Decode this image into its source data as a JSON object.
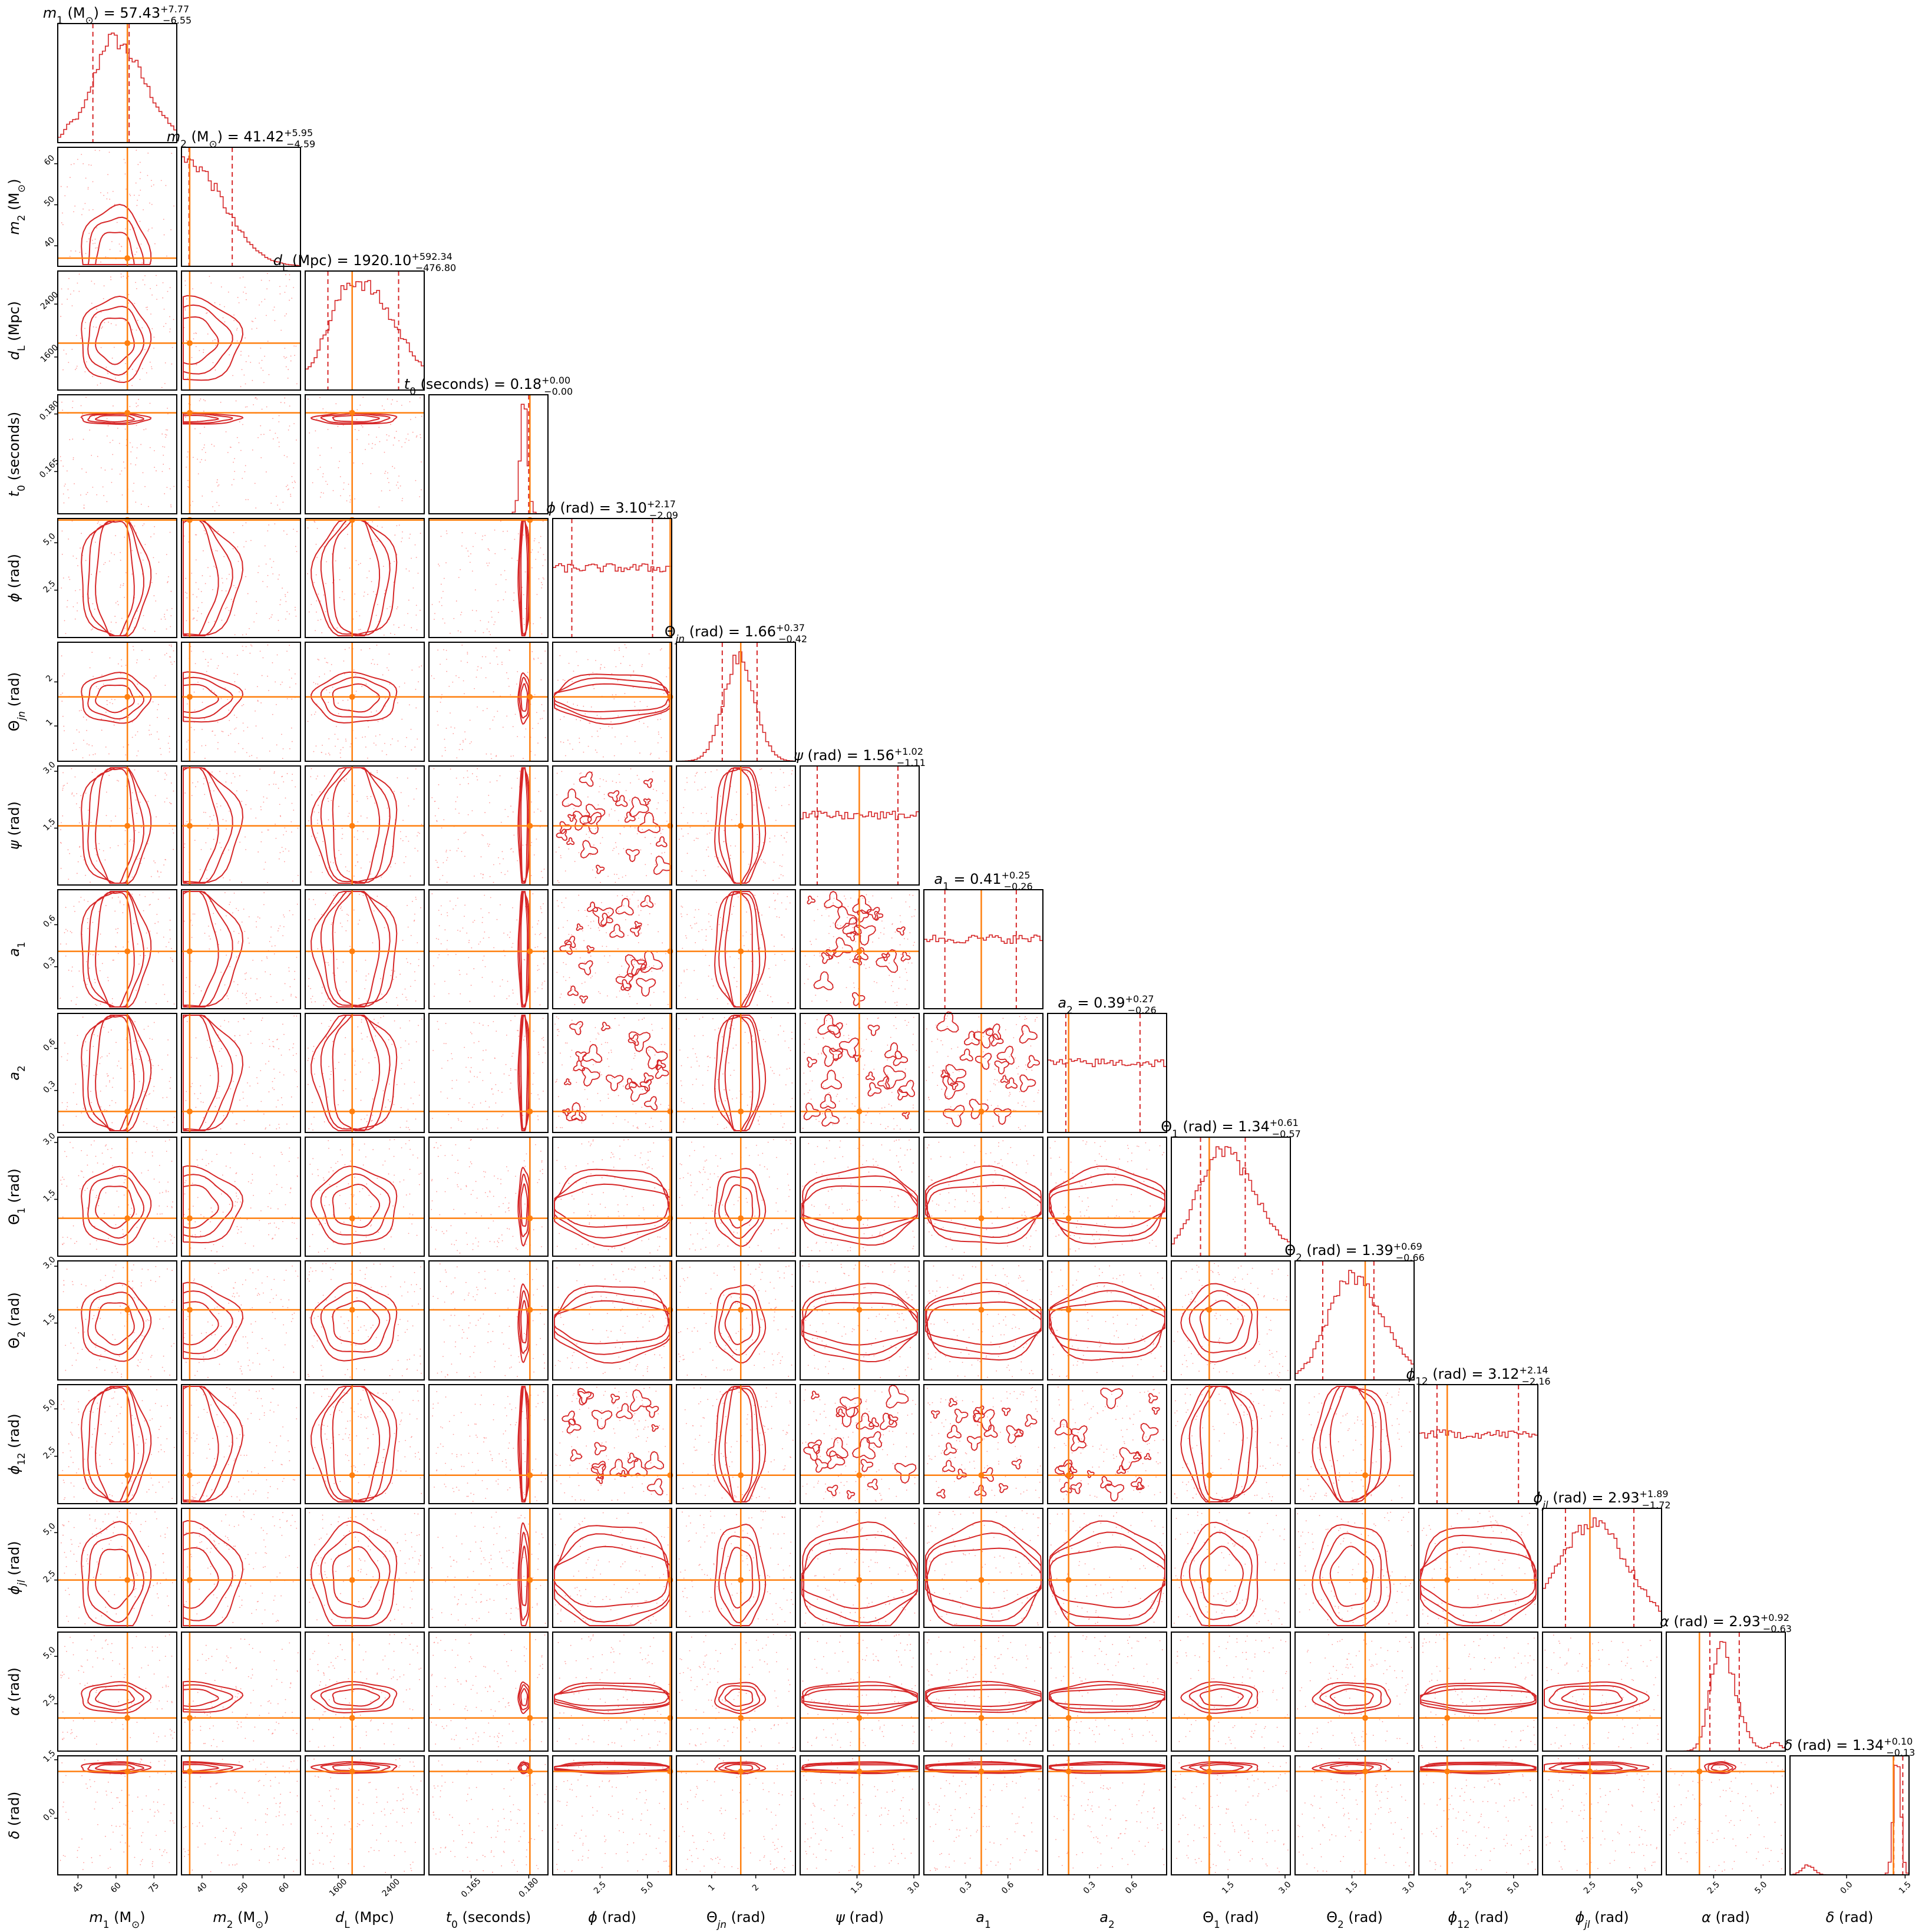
{
  "figure": {
    "truth_color": "#ff7f0e",
    "posterior_color": "#d62728",
    "scatter_color": "#ff9896"
  },
  "chart_data": {
    "type": "corner",
    "parameters": [
      {
        "key": "m1",
        "label_html": "<tspan font-style=\"italic\">m</tspan><tspan baseline-shift=\"sub\" font-size=\"70%\">1</tspan> (M<tspan baseline-shift=\"sub\" font-size=\"70%\">⊙</tspan>)",
        "range": [
          37,
          84
        ],
        "ticks": [
          45,
          60,
          75
        ],
        "truth": 64.5,
        "median": 57.43,
        "plus": 7.77,
        "minus": 6.55,
        "title_num": "57.43",
        "title_plus": "+7.77",
        "title_minus": "−6.55",
        "mode": 0.48,
        "width": 0.18,
        "skew": 1.4,
        "bumps": [
          [
            0.1,
            0.4
          ],
          [
            0.4,
            1
          ]
        ]
      },
      {
        "key": "m2",
        "label_html": "<tspan font-style=\"italic\">m</tspan><tspan baseline-shift=\"sub\" font-size=\"70%\">2</tspan> (M<tspan baseline-shift=\"sub\" font-size=\"70%\">⊙</tspan>)",
        "range": [
          35,
          64
        ],
        "ticks": [
          40,
          50,
          60
        ],
        "truth": 37,
        "median": 41.42,
        "plus": 5.95,
        "minus": 4.59,
        "title_num": "41.42",
        "title_plus": "+5.95",
        "title_minus": "−4.59",
        "mode": 0.05,
        "width": 0.3,
        "skew": 1,
        "bumps": []
      },
      {
        "key": "dl",
        "label_html": "<tspan font-style=\"italic\">d</tspan><tspan baseline-shift=\"sub\" font-size=\"70%\">L</tspan> (Mpc)",
        "range": [
          1100,
          2900
        ],
        "ticks": [
          1600,
          2400
        ],
        "truth": 1810,
        "median": 1920.1,
        "plus": 592.34,
        "minus": 476.8,
        "title_num": "1920.10",
        "title_plus": "+592.34",
        "title_minus": "−476.80",
        "mode": 0.42,
        "width": 0.22,
        "skew": 1.5,
        "bumps": []
      },
      {
        "key": "t0",
        "label_html": "<tspan font-style=\"italic\">t</tspan><tspan baseline-shift=\"sub\" font-size=\"70%\">0</tspan> (seconds)",
        "range": [
          0.154,
          0.185
        ],
        "ticks": [
          0.165,
          0.18
        ],
        "truth": 0.1803,
        "median": 0.18,
        "plus": 0.0,
        "minus": 0.0,
        "title_num": "0.18",
        "title_plus": "+0.00",
        "title_minus": "−0.00",
        "mode": 0.8,
        "width": 0.03,
        "skew": 1,
        "bumps": []
      },
      {
        "key": "phi",
        "label_html": "<tspan font-style=\"italic\">ϕ</tspan> (rad)",
        "range": [
          0,
          6.28
        ],
        "ticks": [
          2.5,
          5.0
        ],
        "truth": 6.2,
        "median": 3.1,
        "plus": 2.17,
        "minus": 2.09,
        "title_num": "3.10",
        "title_plus": "+2.17",
        "title_minus": "−2.09",
        "mode": 0.5,
        "width": 9,
        "skew": 1,
        "bumps": []
      },
      {
        "key": "thetajn",
        "label_html": "Θ<tspan baseline-shift=\"sub\" font-size=\"70%\" font-style=\"italic\">jn</tspan> (rad)",
        "range": [
          0.2,
          2.9
        ],
        "ticks": [
          1,
          2
        ],
        "truth": 1.66,
        "median": 1.66,
        "plus": 0.37,
        "minus": 0.42,
        "title_num": "1.66",
        "title_plus": "+0.37",
        "title_minus": "−0.42",
        "mode": 0.53,
        "width": 0.13,
        "skew": 1,
        "bumps": []
      },
      {
        "key": "psi",
        "label_html": "<tspan font-style=\"italic\">ψ</tspan> (rad)",
        "range": [
          0,
          3.14
        ],
        "ticks": [
          1.5,
          3.0
        ],
        "truth": 1.56,
        "median": 1.56,
        "plus": 1.02,
        "minus": 1.11,
        "title_num": "1.56",
        "title_plus": "+1.02",
        "title_minus": "−1.11",
        "mode": 0.5,
        "width": 9,
        "skew": 1,
        "bumps": []
      },
      {
        "key": "a1",
        "label_html": "<tspan font-style=\"italic\">a</tspan><tspan baseline-shift=\"sub\" font-size=\"70%\">1</tspan>",
        "range": [
          0,
          0.85
        ],
        "ticks": [
          0.3,
          0.6
        ],
        "truth": 0.41,
        "median": 0.41,
        "plus": 0.25,
        "minus": 0.26,
        "title_num": "0.41",
        "title_plus": "+0.25",
        "title_minus": "−0.26",
        "mode": 0.5,
        "width": 9,
        "skew": 1,
        "bumps": []
      },
      {
        "key": "a2",
        "label_html": "<tspan font-style=\"italic\">a</tspan><tspan baseline-shift=\"sub\" font-size=\"70%\">2</tspan>",
        "range": [
          0,
          0.85
        ],
        "ticks": [
          0.3,
          0.6
        ],
        "truth": 0.15,
        "median": 0.39,
        "plus": 0.27,
        "minus": 0.26,
        "title_num": "0.39",
        "title_plus": "+0.27",
        "title_minus": "−0.26",
        "mode": 0.5,
        "width": 9,
        "skew": 1,
        "bumps": []
      },
      {
        "key": "theta1",
        "label_html": "Θ<tspan baseline-shift=\"sub\" font-size=\"70%\">1</tspan> (rad)",
        "range": [
          0,
          3.14
        ],
        "ticks": [
          1.5,
          3.0
        ],
        "truth": 1.0,
        "median": 1.34,
        "plus": 0.61,
        "minus": 0.57,
        "title_num": "1.34",
        "title_plus": "+0.61",
        "title_minus": "−0.57",
        "mode": 0.42,
        "width": 0.2,
        "skew": 1.4,
        "bumps": []
      },
      {
        "key": "theta2",
        "label_html": "Θ<tspan baseline-shift=\"sub\" font-size=\"70%\">2</tspan> (rad)",
        "range": [
          0,
          3.14
        ],
        "ticks": [
          1.5,
          3.0
        ],
        "truth": 1.85,
        "median": 1.39,
        "plus": 0.69,
        "minus": 0.66,
        "title_num": "1.39",
        "title_plus": "+0.69",
        "title_minus": "−0.66",
        "mode": 0.48,
        "width": 0.2,
        "skew": 1.3,
        "bumps": []
      },
      {
        "key": "phi12",
        "label_html": "<tspan font-style=\"italic\">ϕ</tspan><tspan baseline-shift=\"sub\" font-size=\"70%\">12</tspan> (rad)",
        "range": [
          0,
          6.28
        ],
        "ticks": [
          2.5,
          5.0
        ],
        "truth": 1.5,
        "median": 3.12,
        "plus": 2.14,
        "minus": 2.16,
        "title_num": "3.12",
        "title_plus": "+2.14",
        "title_minus": "−2.16",
        "mode": 0.5,
        "width": 9,
        "skew": 1,
        "bumps": []
      },
      {
        "key": "phijl",
        "label_html": "<tspan font-style=\"italic\">ϕ</tspan><tspan baseline-shift=\"sub\" font-size=\"70%\" font-style=\"italic\">jl</tspan> (rad)",
        "range": [
          0,
          6.28
        ],
        "ticks": [
          2.5,
          5.0
        ],
        "truth": 2.5,
        "median": 2.93,
        "plus": 1.89,
        "minus": 1.72,
        "title_num": "2.93",
        "title_plus": "+1.89",
        "title_minus": "−1.72",
        "mode": 0.42,
        "width": 0.3,
        "skew": 1,
        "bumps": []
      },
      {
        "key": "alpha",
        "label_html": "<tspan font-style=\"italic\">α</tspan> (rad)",
        "range": [
          0,
          6.28
        ],
        "ticks": [
          2.5,
          5.0
        ],
        "truth": 1.75,
        "median": 2.93,
        "plus": 0.92,
        "minus": 0.63,
        "title_num": "2.93",
        "title_plus": "+0.92",
        "title_minus": "−0.63",
        "mode": 0.45,
        "width": 0.08,
        "skew": 1.6,
        "bumps": [
          [
            0.92,
            0.05
          ]
        ]
      },
      {
        "key": "delta",
        "label_html": "<tspan font-style=\"italic\">δ</tspan> (rad)",
        "range": [
          -1.45,
          1.6
        ],
        "ticks": [
          0.0,
          1.5
        ],
        "truth": 1.2,
        "median": 1.34,
        "plus": 0.1,
        "minus": 0.13,
        "title_num": "1.34",
        "title_plus": "+0.10",
        "title_minus": "−0.13",
        "mode": 0.9,
        "width": 0.03,
        "skew": 1,
        "bumps": [
          [
            0.15,
            0.02
          ]
        ]
      }
    ],
    "tick_labels": [
      [
        "45",
        "60",
        "75"
      ],
      [
        "40",
        "50",
        "60"
      ],
      [
        "1600",
        "2400"
      ],
      [
        "0.165",
        "0.180"
      ],
      [
        "2.5",
        "5.0"
      ],
      [
        "1",
        "2"
      ],
      [
        "1.5",
        "3.0"
      ],
      [
        "0.3",
        "0.6"
      ],
      [
        "0.3",
        "0.6"
      ],
      [
        "1.5",
        "3.0"
      ],
      [
        "1.5",
        "3.0"
      ],
      [
        "2.5",
        "5.0"
      ],
      [
        "2.5",
        "5.0"
      ],
      [
        "2.5",
        "5.0"
      ],
      [
        "0.0",
        "1.5"
      ]
    ]
  }
}
